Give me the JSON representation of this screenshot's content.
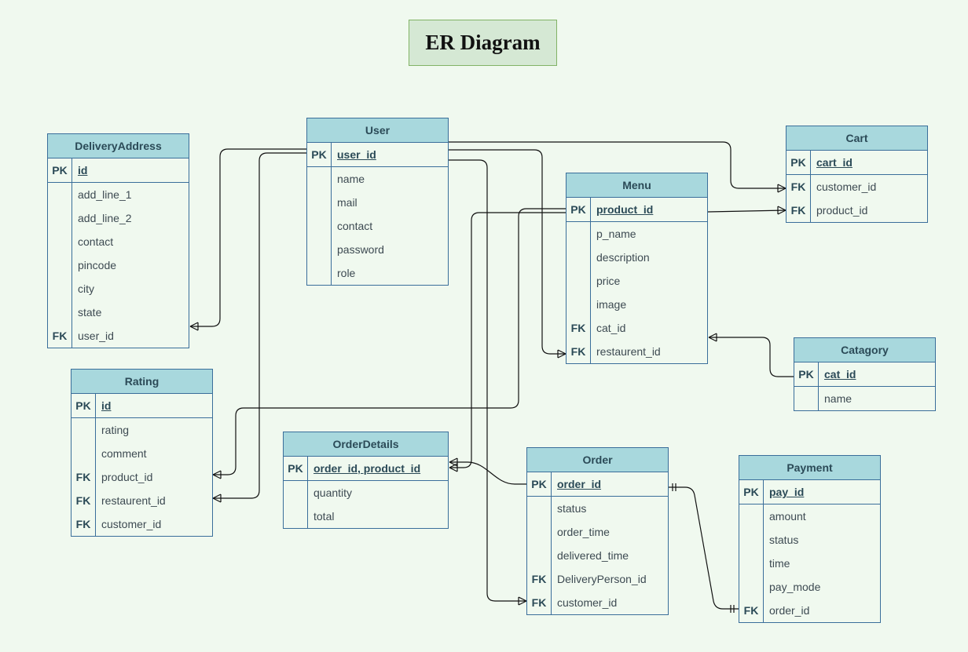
{
  "title": "ER Diagram",
  "entities": {
    "user": {
      "name": "User",
      "attributes": [
        {
          "key": "PK",
          "field": "user_id"
        },
        {
          "key": "",
          "field": "name"
        },
        {
          "key": "",
          "field": "mail"
        },
        {
          "key": "",
          "field": "contact"
        },
        {
          "key": "",
          "field": "password"
        },
        {
          "key": "",
          "field": "role"
        }
      ]
    },
    "delivery_address": {
      "name": "DeliveryAddress",
      "attributes": [
        {
          "key": "PK",
          "field": "id"
        },
        {
          "key": "",
          "field": "add_line_1"
        },
        {
          "key": "",
          "field": "add_line_2"
        },
        {
          "key": "",
          "field": "contact"
        },
        {
          "key": "",
          "field": "pincode"
        },
        {
          "key": "",
          "field": "city"
        },
        {
          "key": "",
          "field": "state"
        },
        {
          "key": "FK",
          "field": "user_id"
        }
      ]
    },
    "cart": {
      "name": "Cart",
      "attributes": [
        {
          "key": "PK",
          "field": "cart_id"
        },
        {
          "key": "FK",
          "field": "customer_id"
        },
        {
          "key": "FK",
          "field": "product_id"
        }
      ]
    },
    "menu": {
      "name": "Menu",
      "attributes": [
        {
          "key": "PK",
          "field": "product_id"
        },
        {
          "key": "",
          "field": "p_name"
        },
        {
          "key": "",
          "field": "description"
        },
        {
          "key": "",
          "field": "price"
        },
        {
          "key": "",
          "field": "image"
        },
        {
          "key": "FK",
          "field": "cat_id"
        },
        {
          "key": "FK",
          "field": "restaurent_id"
        }
      ]
    },
    "category": {
      "name": "Catagory",
      "attributes": [
        {
          "key": "PK",
          "field": "cat_id"
        },
        {
          "key": "",
          "field": "name"
        }
      ]
    },
    "rating": {
      "name": "Rating",
      "attributes": [
        {
          "key": "PK",
          "field": "id"
        },
        {
          "key": "",
          "field": "rating"
        },
        {
          "key": "",
          "field": "comment"
        },
        {
          "key": "FK",
          "field": "product_id"
        },
        {
          "key": "FK",
          "field": "restaurent_id"
        },
        {
          "key": "FK",
          "field": "customer_id"
        }
      ]
    },
    "order_details": {
      "name": "OrderDetails",
      "attributes": [
        {
          "key": "PK",
          "field": "order_id,  product_id"
        },
        {
          "key": "",
          "field": "quantity"
        },
        {
          "key": "",
          "field": "total"
        }
      ]
    },
    "order": {
      "name": "Order",
      "attributes": [
        {
          "key": "PK",
          "field": "order_id"
        },
        {
          "key": "",
          "field": "status"
        },
        {
          "key": "",
          "field": "order_time"
        },
        {
          "key": "",
          "field": "delivered_time"
        },
        {
          "key": "FK",
          "field": "DeliveryPerson_id"
        },
        {
          "key": "FK",
          "field": "customer_id"
        }
      ]
    },
    "payment": {
      "name": "Payment",
      "attributes": [
        {
          "key": "PK",
          "field": "pay_id"
        },
        {
          "key": "",
          "field": "amount"
        },
        {
          "key": "",
          "field": "status"
        },
        {
          "key": "",
          "field": "time"
        },
        {
          "key": "",
          "field": "pay_mode"
        },
        {
          "key": "FK",
          "field": "order_id"
        }
      ]
    }
  }
}
